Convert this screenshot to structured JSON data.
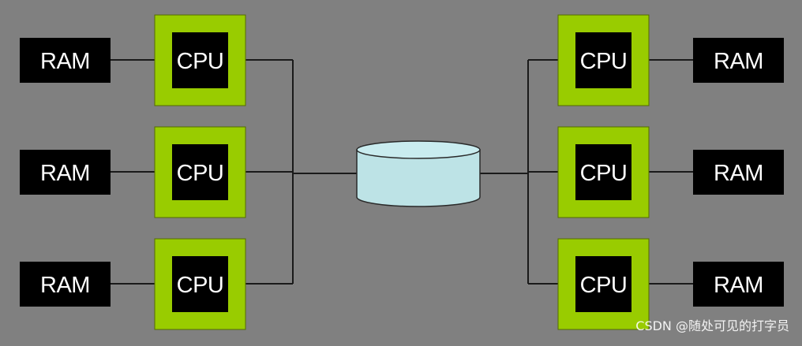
{
  "diagram": {
    "storage": {
      "icon": "database-cylinder-icon"
    },
    "left_nodes": [
      {
        "cpu_label": "CPU",
        "ram_label": "RAM"
      },
      {
        "cpu_label": "CPU",
        "ram_label": "RAM"
      },
      {
        "cpu_label": "CPU",
        "ram_label": "RAM"
      }
    ],
    "right_nodes": [
      {
        "cpu_label": "CPU",
        "ram_label": "RAM"
      },
      {
        "cpu_label": "CPU",
        "ram_label": "RAM"
      },
      {
        "cpu_label": "CPU",
        "ram_label": "RAM"
      }
    ]
  },
  "colors": {
    "background": "#808080",
    "cpu_outer": "#99cc00",
    "cpu_inner": "#000000",
    "ram_fill": "#000000",
    "storage_fill": "#bde3e6",
    "line": "#1a1a1a"
  },
  "watermark": "CSDN @随处可见的打字员"
}
